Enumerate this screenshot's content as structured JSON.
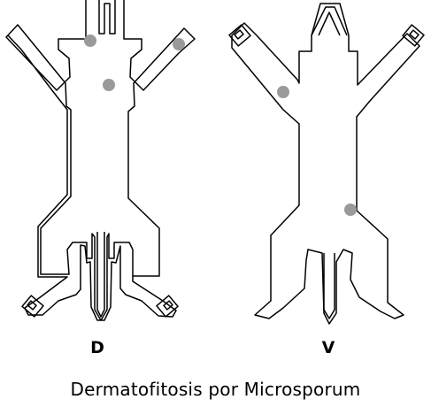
{
  "views": {
    "dorsal": {
      "label": "D",
      "lesion_count": 3
    },
    "ventral": {
      "label": "V",
      "lesion_count": 2
    }
  },
  "caption": "Dermatofitosis por Microsporum",
  "colors": {
    "outline": "#000000",
    "lesion": "#9a9a9a",
    "background": "#ffffff"
  }
}
